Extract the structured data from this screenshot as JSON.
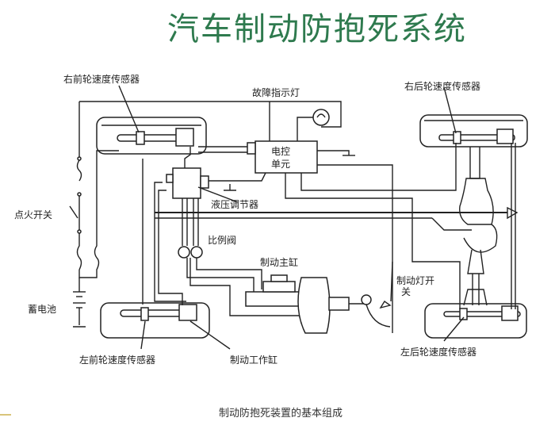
{
  "title": "汽车制动防抱死系统",
  "caption": "制动防抱死装置的基本组成",
  "colors": {
    "title": "#2e7a4e",
    "line": "#222222",
    "background": "#ffffff"
  },
  "labels": {
    "front_right_sensor": "右前轮速度传感器",
    "fault_lamp": "故障指示灯",
    "rear_right_sensor": "右后轮速度传感器",
    "ecu_line1": "电控",
    "ecu_line2": "单元",
    "ignition_switch": "点火开关",
    "hydraulic_modulator": "液压调节器",
    "proportioning_valve": "比例阀",
    "master_cylinder": "制动主缸",
    "brake_light_switch_line1": "制动灯开",
    "brake_light_switch_line2": "关",
    "battery": "蓄电池",
    "front_left_sensor": "左前轮速度传感器",
    "wheel_cylinder": "制动工作缸",
    "rear_left_sensor": "左后轮速度传感器"
  }
}
